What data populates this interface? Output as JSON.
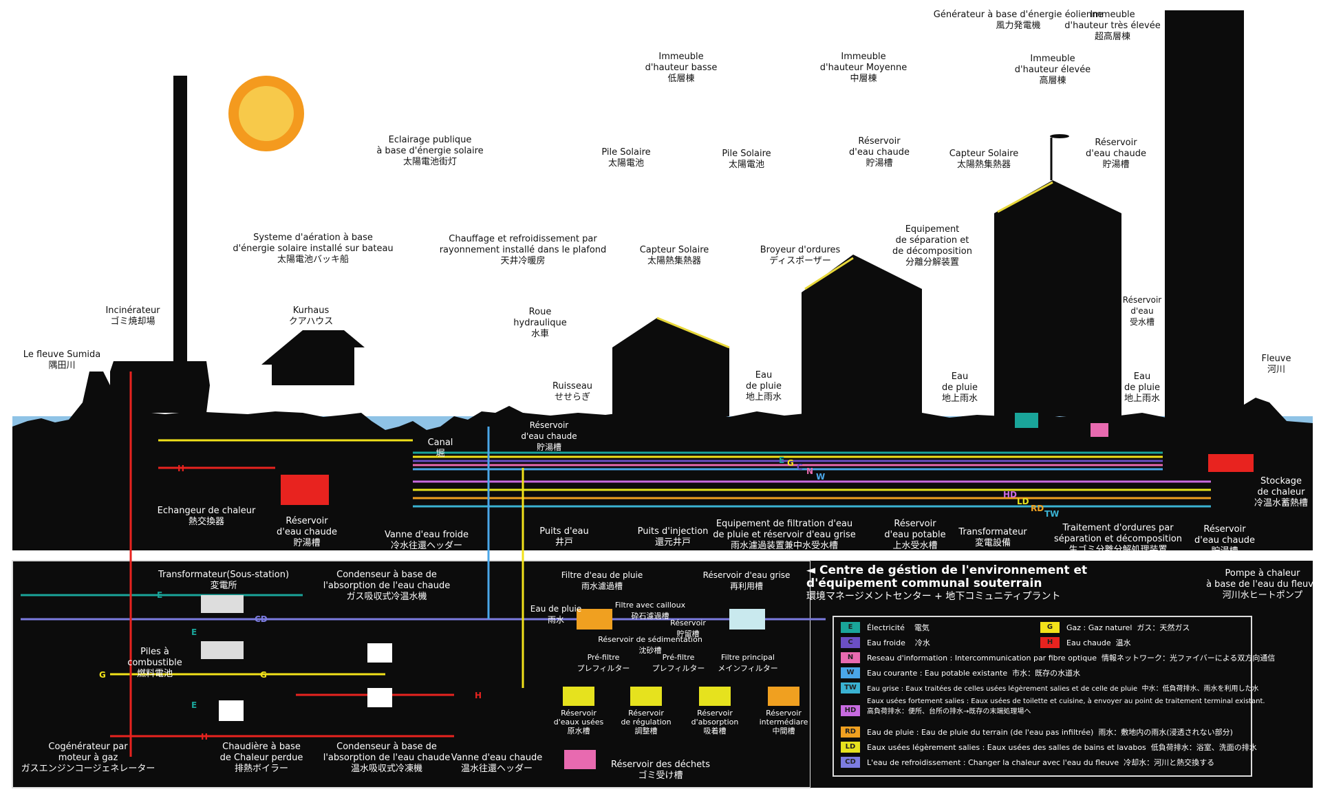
{
  "labels": {
    "sumida": {
      "fr": "Le fleuve Sumida",
      "jp": "隅田川"
    },
    "incinerator": {
      "fr": "Incinérateur",
      "jp": "ゴミ焼却場"
    },
    "kurhaus": {
      "fr": "Kurhaus",
      "jp": "クアハウス"
    },
    "boat_aeration": {
      "fr": "Systeme d'aération à base\nd'énergie solaire installé sur bateau",
      "jp": "太陽電池バッキ船"
    },
    "public_light": {
      "fr": "Eclairage publique\nà base d'énergie solaire",
      "jp": "太陽電池街灯"
    },
    "ceiling_heating": {
      "fr": "Chauffage et refroidissement par\nrayonnement installé dans le plafond",
      "jp": "天井冷暖房"
    },
    "water_wheel": {
      "fr": "Roue\nhydraulique",
      "jp": "水車"
    },
    "stream": {
      "fr": "Ruisseau",
      "jp": "せせらぎ"
    },
    "canal": {
      "fr": "Canal",
      "jp": "堀"
    },
    "hot_tank_canal": {
      "fr": "Réservoir\nd'eau chaude",
      "jp": "貯湯槽"
    },
    "solar_pile_1": {
      "fr": "Pile Solaire",
      "jp": "太陽電池"
    },
    "solar_collector_1": {
      "fr": "Capteur Solaire",
      "jp": "太陽熱集熱器"
    },
    "low_building": {
      "fr": "Immeuble\nd'hauteur basse",
      "jp": "低層棟"
    },
    "solar_pile_2": {
      "fr": "Pile Solaire",
      "jp": "太陽電池"
    },
    "rain_1": {
      "fr": "Eau\nde pluie",
      "jp": "地上雨水"
    },
    "mid_building": {
      "fr": "Immeuble\nd'hauteur Moyenne",
      "jp": "中層棟"
    },
    "hot_tank_mid": {
      "fr": "Réservoir\nd'eau chaude",
      "jp": "貯湯槽"
    },
    "garbage_grinder": {
      "fr": "Broyeur d'ordures",
      "jp": "ディスポーザー"
    },
    "separation_equip": {
      "fr": "Equipement\nde séparation et\nde décomposition",
      "jp": "分離分解装置"
    },
    "rain_2": {
      "fr": "Eau\nde pluie",
      "jp": "地上雨水"
    },
    "wind_generator": {
      "fr": "Générateur à base d'énergie éolienne",
      "jp": "風力発電機"
    },
    "high_building": {
      "fr": "Immeuble\nd'hauteur élevée",
      "jp": "高層棟"
    },
    "solar_collector_2": {
      "fr": "Capteur Solaire",
      "jp": "太陽熱集熱器"
    },
    "hot_tank_high": {
      "fr": "Réservoir\nd'eau chaude",
      "jp": "貯湯槽"
    },
    "very_high_building": {
      "fr": "Immeuble\nd'hauteur très élevée",
      "jp": "超高層棟"
    },
    "water_tank_top": {
      "fr": "Réservoir\nd'eau",
      "jp": "受水槽"
    },
    "rain_3": {
      "fr": "Eau\nde pluie",
      "jp": "地上雨水"
    },
    "river": {
      "fr": "Fleuve",
      "jp": "河川"
    },
    "heat_exchanger": {
      "fr": "Echangeur de chaleur",
      "jp": "熱交換器"
    },
    "hot_tank_kurhaus": {
      "fr": "Réservoir\nd'eau chaude",
      "jp": "貯湯槽"
    },
    "cold_valve": {
      "fr": "Vanne d'eau froide",
      "jp": "冷水往還ヘッダー"
    },
    "well": {
      "fr": "Puits d'eau",
      "jp": "井戸"
    },
    "injection_well": {
      "fr": "Puits d'injection",
      "jp": "還元井戸"
    },
    "filtration": {
      "fr": "Equipement de filtration d'eau\nde pluie et réservoir d'eau grise",
      "jp": "雨水濾過装置兼中水受水槽"
    },
    "potable_tank": {
      "fr": "Réservoir\nd'eau potable",
      "jp": "上水受水槽"
    },
    "transformer": {
      "fr": "Transformateur",
      "jp": "変電設備"
    },
    "garbage_treatment": {
      "fr": "Traitement d'ordures par\nséparation et décomposition",
      "jp": "生ゴミ分離分解処理装置"
    },
    "hot_tank_river": {
      "fr": "Réservoir\nd'eau chaude",
      "jp": "貯湯槽"
    },
    "heat_storage": {
      "fr": "Stockage\nde chaleur",
      "jp": "冷温水蓄熱槽"
    },
    "heat_pump": {
      "fr": "Pompe à chaleur\nà base de l'eau du fleuve",
      "jp": "河川水ヒートポンプ"
    },
    "substation": {
      "fr": "Transformateur(Sous-station)",
      "jp": "変電所"
    },
    "fuel_cell": {
      "fr": "Piles à\ncombustible",
      "jp": "燃料電池"
    },
    "cogen": {
      "fr": "Cogénérateur par\nmoteur à gaz",
      "jp": "ガスエンジンコージェネレーター"
    },
    "waste_boiler": {
      "fr": "Chaudière à base\nde Chaleur perdue",
      "jp": "排熱ボイラー"
    },
    "hot_condenser": {
      "fr": "Condenseur à base de\nl'absorption de l'eau chaude",
      "jp": "ガス吸収式冷温水機"
    },
    "hot_condenser_2": {
      "fr": "Condenseur à base de\nl'absorption de l'eau chaude",
      "jp": "温水吸収式冷凍機"
    },
    "hot_valve": {
      "fr": "Vanne d'eau chaude",
      "jp": "温水往還ヘッダー"
    },
    "rain_filter": {
      "fr": "Filtre d'eau de pluie",
      "jp": "雨水濾過槽"
    },
    "grey_tank": {
      "fr": "Réservoir d'eau grise",
      "jp": "再利用槽"
    },
    "rain_in": {
      "fr": "Eau de pluie",
      "jp": "雨水"
    },
    "gravel_filter": {
      "fr": "Filtre avec cailloux",
      "jp": "砕石濾過槽"
    },
    "rain_tank": {
      "fr": "Réservoir",
      "jp": "貯留槽"
    },
    "sediment_tank": {
      "fr": "Réservoir de sédimentation",
      "jp": "沈砂槽"
    },
    "prefilter_1": {
      "fr": "Pré-filtre",
      "jp": "プレフィルター"
    },
    "prefilter_2": {
      "fr": "Pré-filtre",
      "jp": "プレフィルター"
    },
    "main_filter": {
      "fr": "Filtre principal",
      "jp": "メインフィルター"
    },
    "used_tank": {
      "fr": "Réservoir\nd'eaux usées",
      "jp": "原水槽"
    },
    "regulation_tank": {
      "fr": "Réservoir\nde régulation",
      "jp": "調整槽"
    },
    "absorption_tank": {
      "fr": "Réservoir\nd'absorption",
      "jp": "吸着槽"
    },
    "intermediate_tank": {
      "fr": "Réservoir\nintermédiare",
      "jp": "中間槽"
    },
    "waste_tank": {
      "fr": "Réservoir des déchets",
      "jp": "ゴミ受け槽"
    }
  },
  "bottom_title": {
    "fr": "◄ Centre de géstion de l'environnement et\nd'équipement communal souterrain",
    "jp": "環境マネージメントセンター + 地下コミュニティプラント"
  },
  "pipe_labels": [
    "E",
    "G",
    "C",
    "N",
    "W",
    "HD",
    "LD",
    "RD",
    "TW",
    "H",
    "E",
    "CD",
    "E",
    "G",
    "G",
    "E",
    "H",
    "H"
  ],
  "legend": [
    {
      "code": "E",
      "fr": "Électricité",
      "jp": "電気",
      "color": "#1aa59a",
      "code2": "G",
      "fr2": "Gaz : Gaz naturel",
      "jp2": "ガス：天然ガス",
      "color2": "#f2e21a"
    },
    {
      "code": "C",
      "fr": "Eau froide",
      "jp": "冷水",
      "color": "#6b4fc4",
      "code2": "H",
      "fr2": "Eau chaude",
      "jp2": "温水",
      "color2": "#e8231f"
    },
    {
      "code": "N",
      "fr": "Reseau d'information : Intercommunication par fibre optique",
      "jp": "情報ネットワーク：光ファイバーによる双方向通信",
      "color": "#e86ab0"
    },
    {
      "code": "W",
      "fr": "Eau courante : Eau potable existante",
      "jp": "市水：既存の水道水",
      "color": "#4aa6e8"
    },
    {
      "code": "TW",
      "fr": "Eau grise : Eaux traitées de celles usées légèrement salies et de celle de pluie",
      "jp": "中水：低負荷排水、雨水を利用した水",
      "color": "#3ab2d2"
    },
    {
      "code": "HD",
      "fr": "Eaux usées fortement salies : Eaux usées de toilette et cuisine, à envoyer au point de traitement terminal existant.",
      "jp": "高負荷排水：便所、台所の排水→既存の末端処理場へ",
      "color": "#c86ae0"
    },
    {
      "code": "RD",
      "fr": "Eau de pluie : Eau de pluie du terrain (de l'eau pas infiltrée)",
      "jp": "雨水：敷地内の雨水(浸透されない部分)",
      "color": "#f0a020"
    },
    {
      "code": "LD",
      "fr": "Eaux usées légèrement salies : Eaux usées des salles de bains et lavabos",
      "jp": "低負荷排水：浴室、洗面の排水",
      "color": "#e6e21e"
    },
    {
      "code": "CD",
      "fr": "L'eau de refroidissement : Changer la chaleur avec l'eau du fleuve",
      "jp": "冷却水：河川と熱交換する",
      "color": "#7c7ce0"
    }
  ],
  "colors": {
    "ground": "#0c0c0c",
    "water": "#8fc3e6",
    "sun": "#f49a1e",
    "roof_edge": "#e8d83a"
  }
}
